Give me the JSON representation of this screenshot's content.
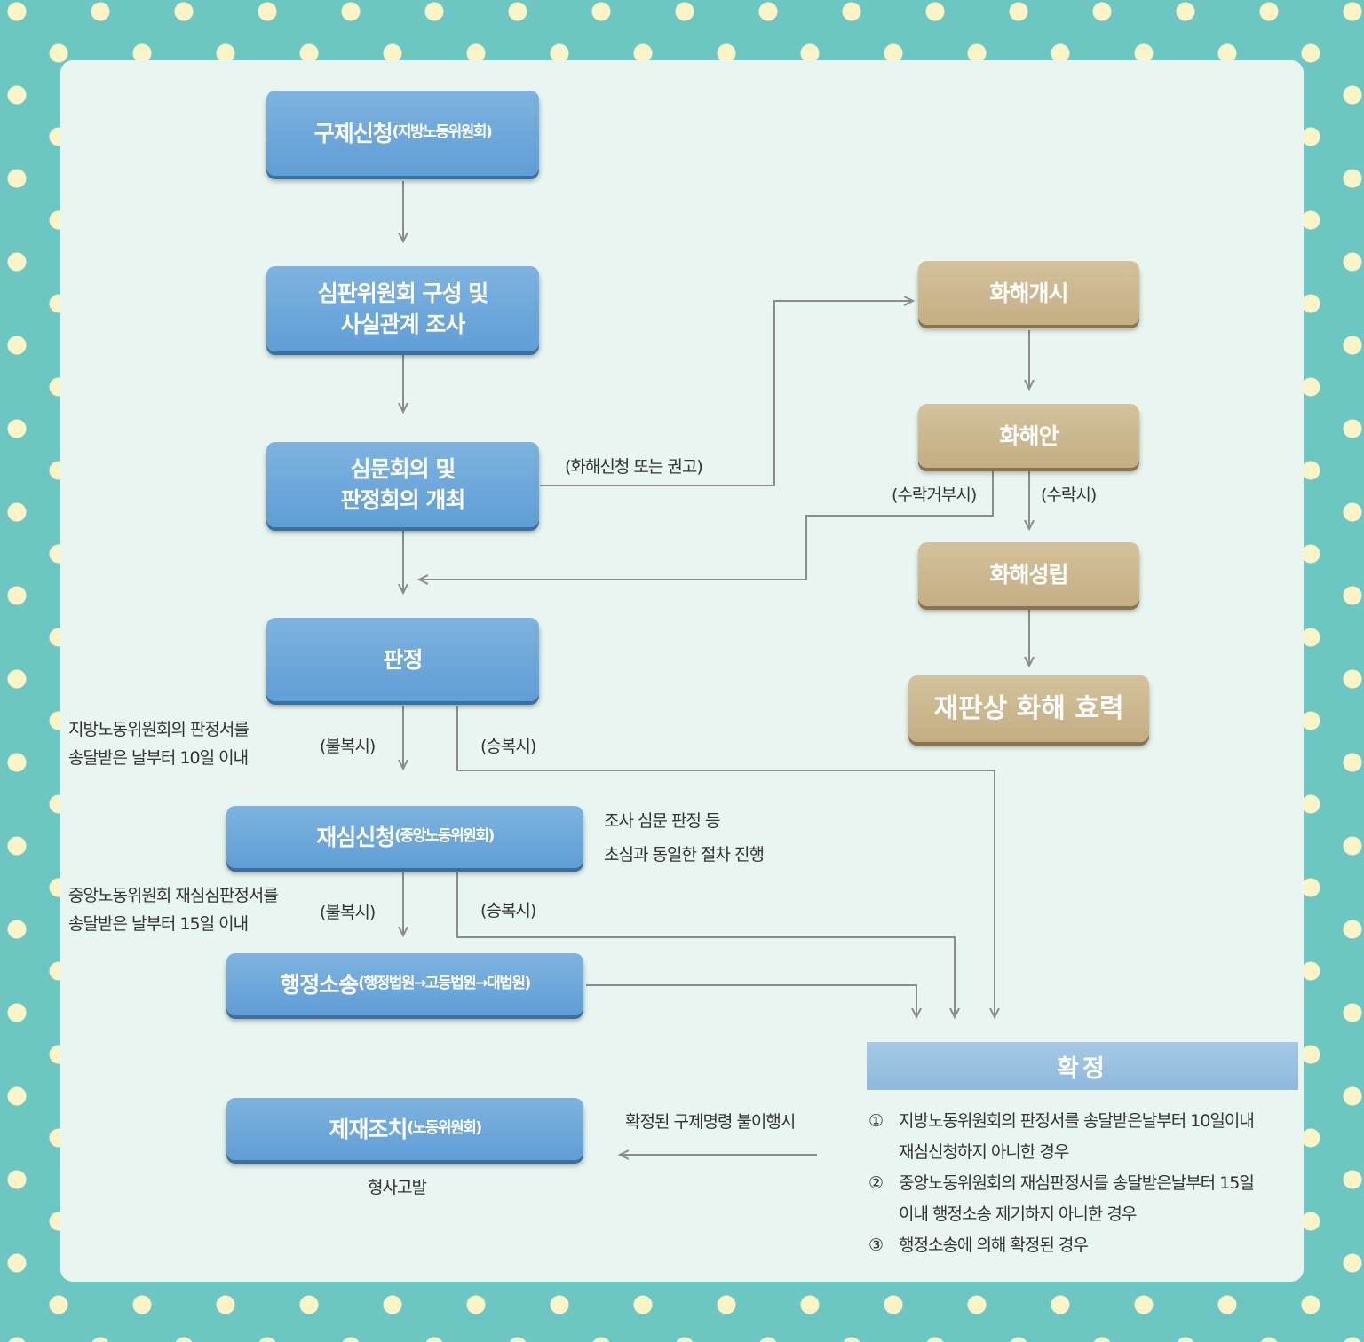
{
  "nodes": {
    "remedy": {
      "main": "구제신청",
      "sub": "(지방노동위원회)"
    },
    "committee": {
      "line1": "심판위원회 구성 및",
      "line2": "사실관계 조사"
    },
    "hearing": {
      "line1": "심문회의 및",
      "line2": "판정회의 개최"
    },
    "decision": "판정",
    "retrial": {
      "main": "재심신청",
      "sub": "(중앙노동위원회)"
    },
    "lawsuit": {
      "main": "행정소송",
      "sub": "(행정법원→고등법원→대법원)"
    },
    "sanction": {
      "main": "제재조치",
      "sub": "(노동위원회)"
    },
    "settle_start": "화해개시",
    "settle_plan": "화해안",
    "settle_made": "화해성립",
    "settle_effect": "재판상 화해 효력"
  },
  "labels": {
    "settle_request": "(화해신청 또는 권고)",
    "reject": "(수락거부시)",
    "accept": "(수락시)",
    "objection1": "(불복시)",
    "comply1": "(승복시)",
    "objection2": "(불복시)",
    "comply2": "(승복시)",
    "deadline1": {
      "line1": "지방노동위원회의 판정서를",
      "line2": "송달받은 날부터 10일 이내"
    },
    "deadline2": {
      "line1": "중앙노동위원회 재심심판정서를",
      "line2": "송달받은 날부터 15일 이내"
    },
    "retrial_note": {
      "line1": "조사 심문 판정 등",
      "line2": "초심과 동일한 절차 진행"
    },
    "noncompliance": "확정된 구제명령 불이행시",
    "criminal": "형사고발"
  },
  "confirmation": {
    "title": "확정",
    "items": [
      {
        "num": "①",
        "line1": "지방노동위원회의 판정서를 송달받은날부터 10일이내",
        "line2": "재심신청하지 아니한 경우"
      },
      {
        "num": "②",
        "line1": "중앙노동위원회의 재심판정서를 송달받은날부터 15일",
        "line2": "이내 행정소송 제기하지 아니한 경우"
      },
      {
        "num": "③",
        "line1": "행정소송에 의해 확정된 경우",
        "line2": ""
      }
    ]
  },
  "colors": {
    "background": "#6cc6c2",
    "dots": "#fbf4c6",
    "panel": "#e9f5f0",
    "blue_node": "#6aa8dc",
    "tan_node": "#ccb890",
    "connector": "#8c8c8c"
  }
}
